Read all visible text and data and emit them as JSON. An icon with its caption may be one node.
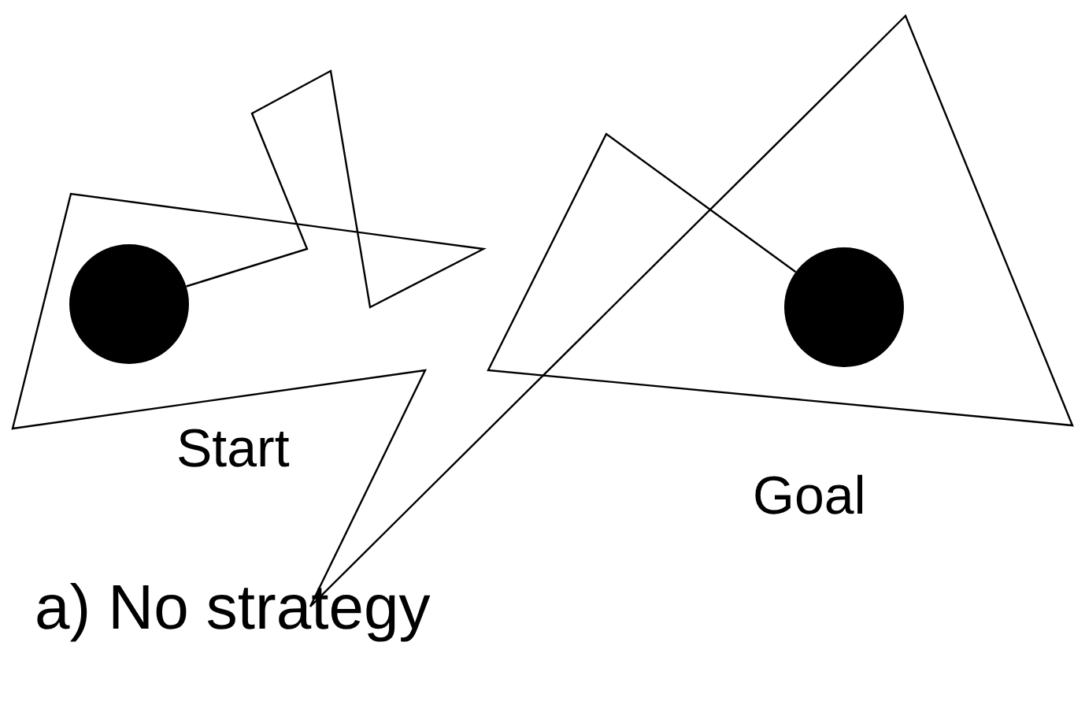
{
  "diagram": {
    "caption": "a) No strategy",
    "nodes": [
      {
        "text": [],
        "shape": "circle",
        "beside": [
          "Start"
        ]
      },
      {
        "text": [],
        "shape": "circle",
        "beside": [
          "Goal"
        ]
      }
    ],
    "edges": [
      {
        "from": 0,
        "to": 1,
        "arrow": "none"
      }
    ]
  }
}
